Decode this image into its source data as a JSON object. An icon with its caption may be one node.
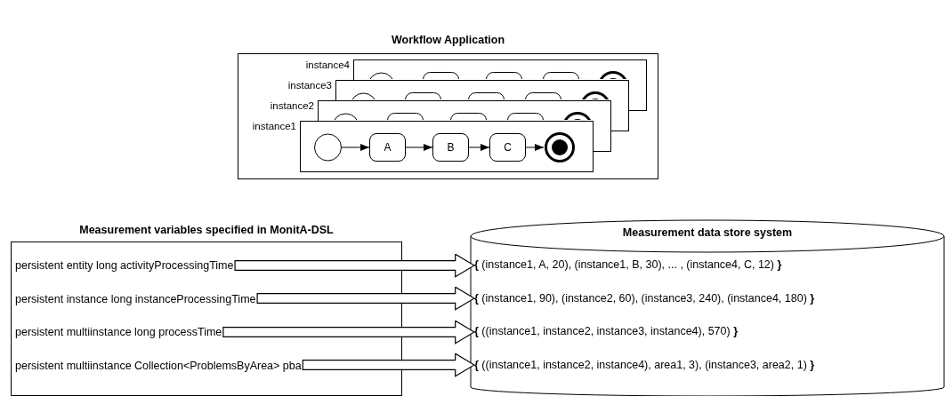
{
  "diagram": {
    "nodes": [
      {
        "text": [
          "Workflow Application"
        ]
      },
      {
        "text": [
          "instance4"
        ],
        "in": 0
      },
      {
        "text": [],
        "shape": "circle",
        "in": 1
      },
      {
        "text": [],
        "shape": "box",
        "in": 1
      },
      {
        "text": [],
        "shape": "box",
        "in": 1
      },
      {
        "text": [],
        "shape": "box",
        "in": 1
      },
      {
        "text": [],
        "shape": "circle",
        "in": 1
      },
      {
        "text": [
          "instance3"
        ],
        "in": 0
      },
      {
        "text": [],
        "shape": "circle",
        "in": 7
      },
      {
        "text": [],
        "shape": "box",
        "in": 7
      },
      {
        "text": [],
        "shape": "box",
        "in": 7
      },
      {
        "text": [],
        "shape": "box",
        "in": 7
      },
      {
        "text": [],
        "shape": "circle",
        "in": 7
      },
      {
        "text": [
          "instance2"
        ],
        "in": 0
      },
      {
        "text": [],
        "shape": "circle",
        "in": 13
      },
      {
        "text": [],
        "shape": "box",
        "in": 13
      },
      {
        "text": [],
        "shape": "box",
        "in": 13
      },
      {
        "text": [],
        "shape": "box",
        "in": 13
      },
      {
        "text": [],
        "shape": "circle",
        "in": 13
      },
      {
        "text": [
          "instance1"
        ],
        "in": 0
      },
      {
        "text": [],
        "shape": "circle",
        "in": 19
      },
      {
        "text": [
          "A"
        ],
        "in": 19
      },
      {
        "text": [
          "B"
        ],
        "in": 19
      },
      {
        "text": [
          "C"
        ],
        "in": 19
      },
      {
        "text": [],
        "shape": "circle",
        "in": 19
      },
      {
        "text": [
          "Measurement variables specified in MonitA-DSL"
        ]
      },
      {
        "text": [
          "persistent entity long activityProcessingTime"
        ],
        "in": 25
      },
      {
        "text": [
          "persistent instance long instanceProcessingTime"
        ],
        "in": 25
      },
      {
        "text": [
          "persistent multiinstance long processTime"
        ],
        "in": 25
      },
      {
        "text": [
          "persistent multiinstance Collection<ProblemsByArea> pba"
        ],
        "in": 25
      },
      {
        "text": [
          "Measurement data store system"
        ]
      },
      {
        "text": [
          "**{** (instance1, A, 20), (instance1, B, 30), ... , (instance4, C, 12) **}**"
        ],
        "in": 30
      },
      {
        "text": [
          "**{** (instance1, 90), (instance2, 60), (instance3, 240), (instance4, 180) **}**"
        ],
        "in": 30
      },
      {
        "text": [
          "**{** ((instance1, instance2, instance3, instance4), 570) **}**"
        ],
        "in": 30
      },
      {
        "text": [
          "**{** ((instance1, instance2, instance4), area1, 3), (instance3, area2, 1) **}**"
        ],
        "in": 30
      }
    ],
    "edges": [
      {
        "from": 20,
        "to": 21,
        "arrow": "to"
      },
      {
        "from": 21,
        "to": 22,
        "arrow": "to"
      },
      {
        "from": 22,
        "to": 23,
        "arrow": "to"
      },
      {
        "from": 23,
        "to": 24,
        "arrow": "to"
      },
      {
        "from": 26,
        "to": 31,
        "arrow": "to",
        "style": "thick"
      },
      {
        "from": 27,
        "to": 32,
        "arrow": "to",
        "style": "thick"
      },
      {
        "from": 28,
        "to": 33,
        "arrow": "to",
        "style": "thick"
      },
      {
        "from": 29,
        "to": 34,
        "arrow": "to",
        "style": "thick"
      }
    ]
  }
}
